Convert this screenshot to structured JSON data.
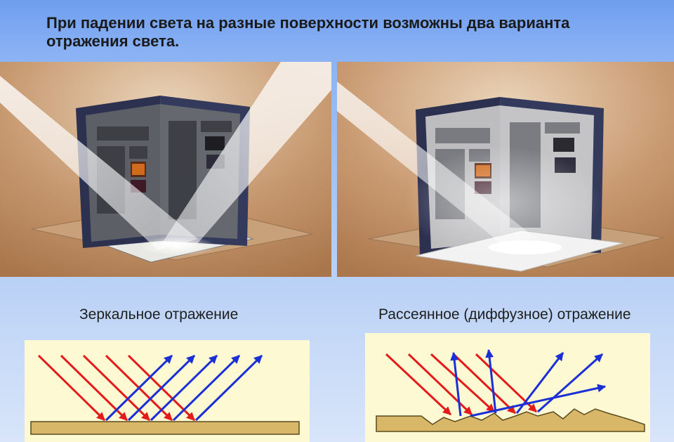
{
  "heading": {
    "line1": "При падении света на разные поверхности возможны два варианта",
    "line2": "отражения света."
  },
  "captions": {
    "specular": "Зеркальное отражение",
    "diffuse": "Рассеянное (диффузное) отражение"
  },
  "colors": {
    "incident_ray": "#e31b1b",
    "reflected_ray": "#1b2fd6",
    "surface": "#d9b768",
    "panel_bg": "#fdf9d2",
    "background_top": "#6f9ef0",
    "background_bottom": "#d8e5fa"
  }
}
